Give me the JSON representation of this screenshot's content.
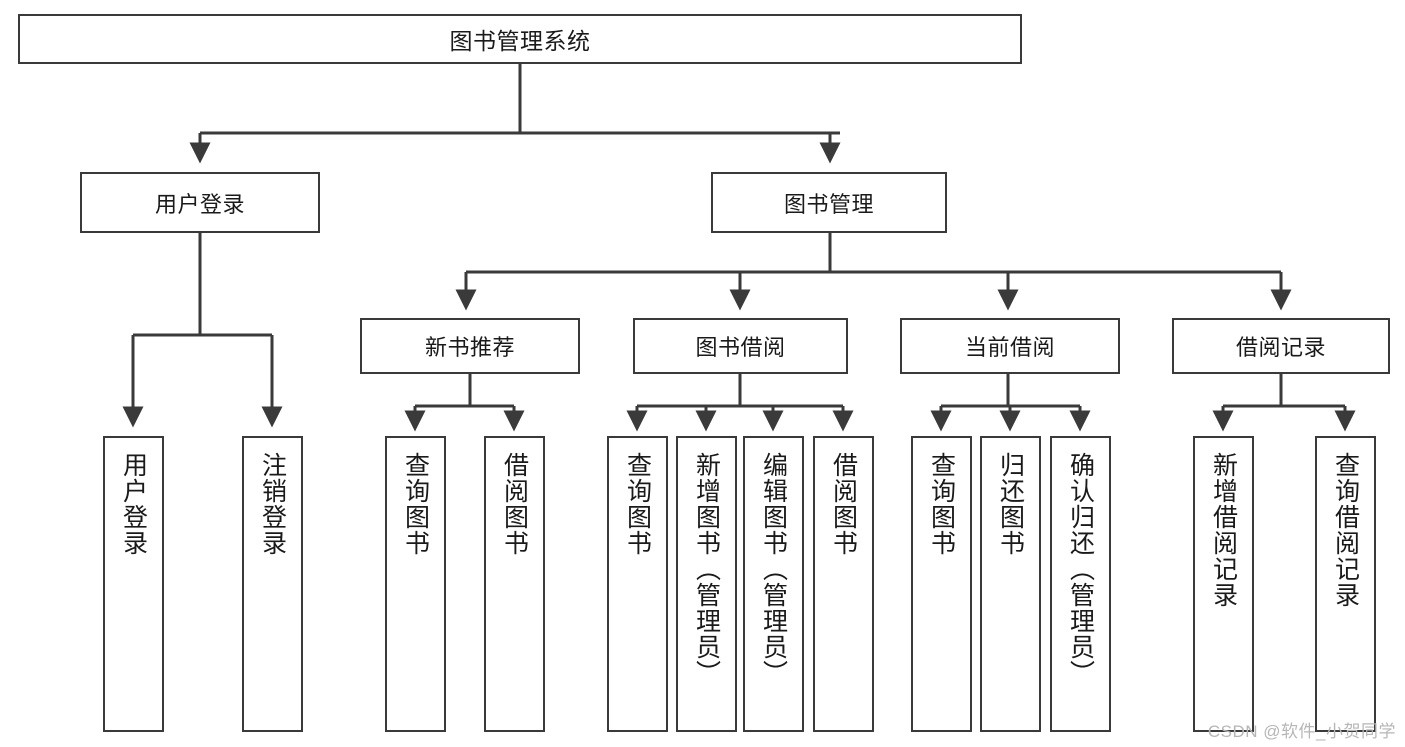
{
  "diagram": {
    "title": "图书管理系统",
    "watermark": "CSDN @软件_小贺同学",
    "colors": {
      "background": "#ffffff",
      "node_border": "#3a3a3a",
      "node_fill": "#ffffff",
      "edge": "#3a3a3a",
      "text": "#1a1a1a",
      "watermark": "#b6b6b6"
    },
    "nodes": {
      "root": {
        "label": "图书管理系统"
      },
      "level2": [
        {
          "id": "user-login",
          "label": "用户登录"
        },
        {
          "id": "book-management",
          "label": "图书管理"
        }
      ],
      "level3": [
        {
          "id": "new-book-recommend",
          "label": "新书推荐"
        },
        {
          "id": "book-borrow",
          "label": "图书借阅"
        },
        {
          "id": "current-borrow",
          "label": "当前借阅"
        },
        {
          "id": "borrow-record",
          "label": "借阅记录"
        }
      ],
      "leaves": {
        "user_login": [
          {
            "id": "leaf-user-login",
            "label": "用户登录"
          },
          {
            "id": "leaf-logout-login",
            "label": "注销登录"
          }
        ],
        "new_book_recommend": [
          {
            "id": "leaf-query-book-1",
            "label": "查询图书"
          },
          {
            "id": "leaf-borrow-book-1",
            "label": "借阅图书"
          }
        ],
        "book_borrow": [
          {
            "id": "leaf-query-book-2",
            "label": "查询图书"
          },
          {
            "id": "leaf-add-book",
            "label": "新增图书（管理员）"
          },
          {
            "id": "leaf-edit-book",
            "label": "编辑图书（管理员）"
          },
          {
            "id": "leaf-borrow-book-2",
            "label": "借阅图书"
          }
        ],
        "current_borrow": [
          {
            "id": "leaf-query-book-3",
            "label": "查询图书"
          },
          {
            "id": "leaf-return-book",
            "label": "归还图书"
          },
          {
            "id": "leaf-confirm-return",
            "label": "确认归还（管理员）"
          }
        ],
        "borrow_record": [
          {
            "id": "leaf-add-borrow-record",
            "label": "新增借阅记录"
          },
          {
            "id": "leaf-query-borrow-record",
            "label": "查询借阅记录"
          }
        ]
      }
    }
  }
}
